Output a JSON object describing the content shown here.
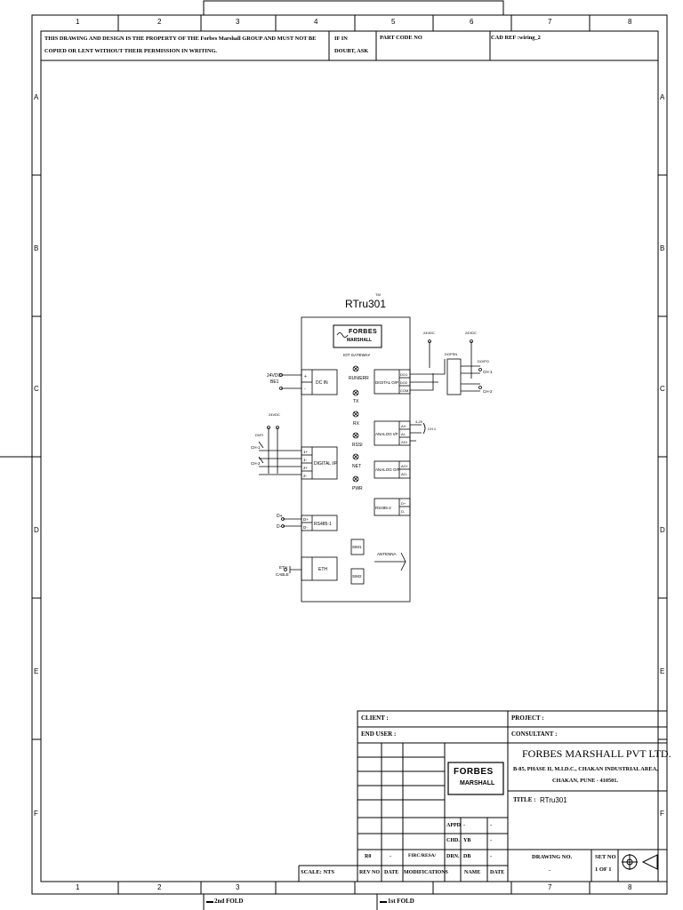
{
  "border": {
    "columns": [
      "1",
      "2",
      "3",
      "4",
      "5",
      "6",
      "7",
      "8"
    ],
    "rows": [
      "A",
      "B",
      "C",
      "D",
      "E",
      "F"
    ],
    "folds": [
      "2nd FOLD",
      "1st FOLD"
    ]
  },
  "header": {
    "notice_line1": "THIS DRAWING AND DESIGN IS THE PROPERTY OF THE Forbes Marshall GROUP AND MUST NOT BE",
    "notice_line2": "COPIED OR LENT WITHOUT THEIR PERMISSION IN WRITING.",
    "doubt_line1": "IF IN",
    "doubt_line2": "DOUBT, ASK",
    "part_code": "PART CODE NO",
    "cad_ref": "CAD REF :wiring_2"
  },
  "diagram": {
    "title": "RTru301",
    "tm": "TM",
    "brand_line1": "FORBES",
    "brand_line2": "MARSHALL",
    "gateway_label": "IOT GATEWAY",
    "leds": [
      "RUN/ERR",
      "TX",
      "RX",
      "RSSI",
      "NET",
      "PWR"
    ],
    "left_blocks": {
      "dc_in": "DC IN",
      "digital_ip": "DIGITAL I/P",
      "rs485_1": "RS485-1",
      "eth": "ETH"
    },
    "right_blocks": {
      "digital_op": "DIGITAL O/P",
      "analog_ip": "ANALOG I/P",
      "analog_op": "ANALOG O/P",
      "rs485_2": "RS485-2"
    },
    "sims": [
      "SIM1",
      "SIM2"
    ],
    "antenna": "ANTENNA",
    "terminals": {
      "dc_in": [
        "+",
        "-"
      ],
      "digital_ip": [
        "1+",
        "1-",
        "2+",
        "2-"
      ],
      "rs485_1": [
        "D+",
        "D-"
      ],
      "digital_op": [
        "DO1",
        "DO2",
        "COM"
      ],
      "analog_ip": [
        "AI+",
        "AI-",
        "24V"
      ],
      "analog_op": [
        "AO+",
        "AO-"
      ],
      "rs485_2": [
        "D+",
        "D-"
      ]
    },
    "external": {
      "supply_line1": "24VDC",
      "supply_line2": "BE1",
      "dip_vdc": "24VDC",
      "dip_label": "DI/PI",
      "dip_ch1": "CH-1",
      "dip_ch2": "CH-2",
      "rs_d_plus": "D+",
      "rs_d_minus": "D-",
      "eth_line1": "ETH",
      "eth_line2": "CABLE",
      "do_vdc1": "24VDC",
      "do_vdc2": "24VDC",
      "do_relay": "DOPSN",
      "do_out": "DO/PO",
      "do_ch1": "CH-1",
      "do_ch2": "CH-2",
      "ai_range": "4-20",
      "ai_ch": "CH 1"
    }
  },
  "title_block": {
    "client": "CLIENT :",
    "project": "PROJECT :",
    "end_user": "END USER :",
    "consultant": "CONSULTANT :",
    "company": "FORBES MARSHALL PVT LTD.",
    "address_line1": "B-85, PHASE II, M.I.D.C., CHAKAN INDUSTRIAL AREA,",
    "address_line2": "CHAKAN, PUNE - 410501.",
    "title_label": "TITLE :",
    "title_value": "RTru301",
    "appd": "APPD",
    "chd": "CHD.",
    "drn": "DRN.",
    "appd_name": "-",
    "appd_date": "-",
    "chd_name": "YB",
    "chd_date": "-",
    "drn_name": "DB",
    "drn_date": "-",
    "rev_values": [
      "R0",
      "-",
      "FIRC/RESA/"
    ],
    "col_labels": [
      "REV NO",
      "DATE",
      "MODIFICATIONS",
      "NAME",
      "DATE"
    ],
    "scale": "SCALE: NTS",
    "drawing_no_label": "DRAWING NO.",
    "drawing_no_value": "-",
    "set_no_label": "SET NO",
    "set_no_value": "1 OF 1"
  }
}
